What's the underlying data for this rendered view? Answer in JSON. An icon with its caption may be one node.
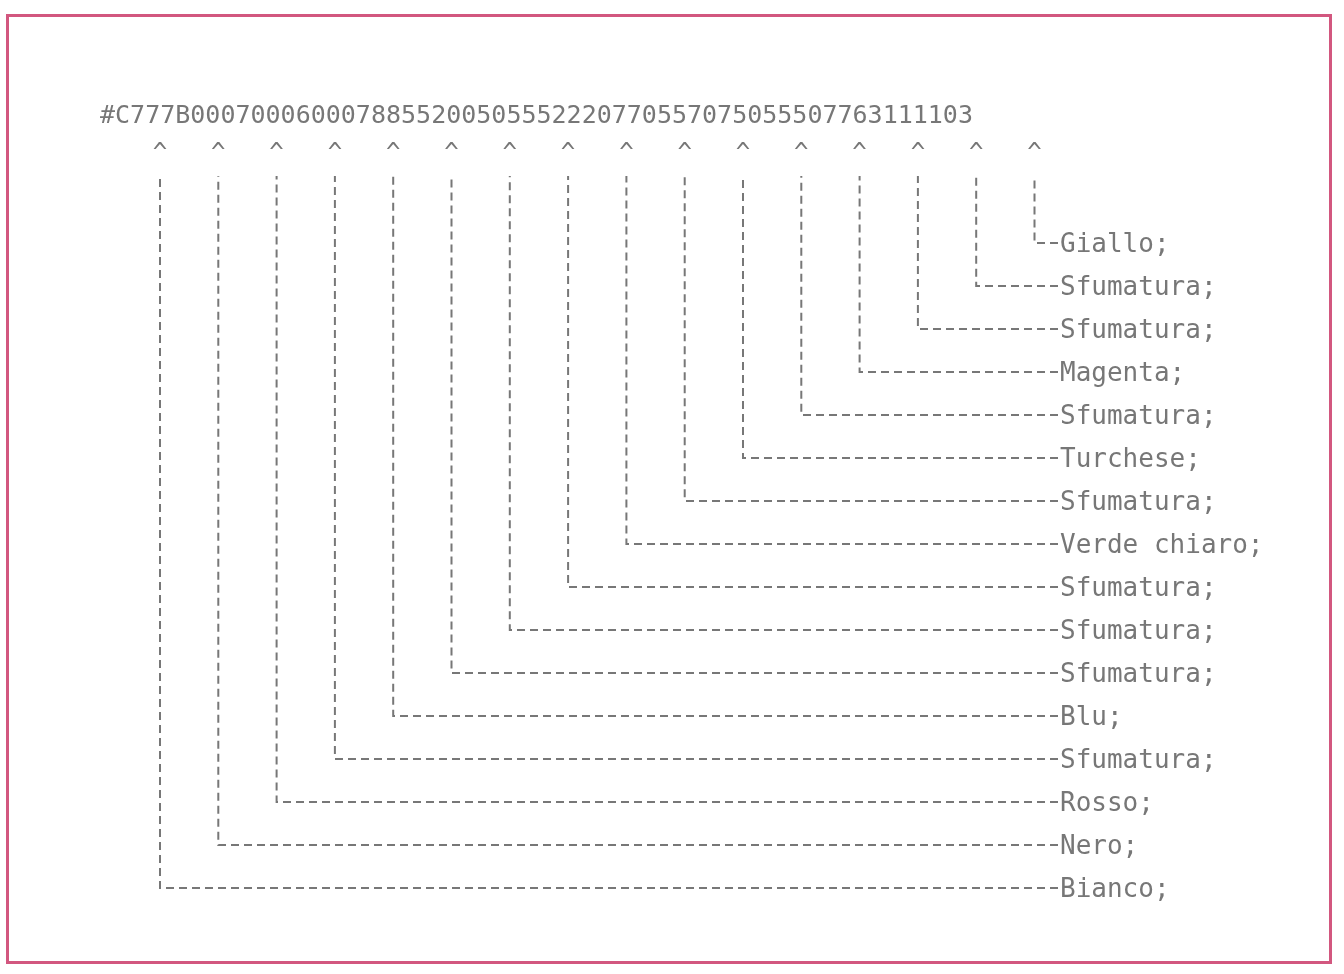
{
  "diagram": {
    "nodes": [
      {
        "text": [
          "^"
        ]
      },
      {
        "text": [
          "^"
        ]
      },
      {
        "text": [
          "^"
        ]
      },
      {
        "text": [
          "^"
        ]
      },
      {
        "text": [
          "^"
        ]
      },
      {
        "text": [
          "^"
        ]
      },
      {
        "text": [
          "^"
        ]
      },
      {
        "text": [
          "^"
        ]
      },
      {
        "text": [
          "^"
        ]
      },
      {
        "text": [
          "^"
        ]
      },
      {
        "text": [
          "^"
        ]
      },
      {
        "text": [
          "^"
        ]
      },
      {
        "text": [
          "^"
        ]
      },
      {
        "text": [
          "^"
        ]
      },
      {
        "text": [
          "^"
        ]
      },
      {
        "text": [
          "^"
        ]
      },
      {
        "text": [
          "Giallo;"
        ]
      },
      {
        "text": [
          "Sfumatura;"
        ]
      },
      {
        "text": [
          "Sfumatura;"
        ]
      },
      {
        "text": [
          "Magenta;"
        ]
      },
      {
        "text": [
          "Sfumatura;"
        ]
      },
      {
        "text": [
          "Turchese;"
        ]
      },
      {
        "text": [
          "Sfumatura;"
        ]
      },
      {
        "text": [
          "Verde chiaro;"
        ]
      },
      {
        "text": [
          "Sfumatura;"
        ]
      },
      {
        "text": [
          "Sfumatura;"
        ]
      },
      {
        "text": [
          "Sfumatura;"
        ]
      },
      {
        "text": [
          "Blu;"
        ]
      },
      {
        "text": [
          "Sfumatura;"
        ]
      },
      {
        "text": [
          "Rosso;"
        ]
      },
      {
        "text": [
          "Nero;"
        ]
      },
      {
        "text": [
          "Bianco;"
        ]
      }
    ],
    "edges": [
      {
        "from": 16,
        "to": 15,
        "arrow": "none",
        "style": "dashed"
      },
      {
        "from": 17,
        "to": 14,
        "arrow": "none",
        "style": "dashed"
      },
      {
        "from": 18,
        "to": 13,
        "arrow": "none",
        "style": "dashed"
      },
      {
        "from": 19,
        "to": 12,
        "arrow": "none",
        "style": "dashed"
      },
      {
        "from": 20,
        "to": 11,
        "arrow": "none",
        "style": "dashed"
      },
      {
        "from": 21,
        "to": 10,
        "arrow": "none",
        "style": "dashed"
      },
      {
        "from": 22,
        "to": 9,
        "arrow": "none",
        "style": "dashed"
      },
      {
        "from": 23,
        "to": 8,
        "arrow": "none",
        "style": "dashed"
      },
      {
        "from": 24,
        "to": 7,
        "arrow": "none",
        "style": "dashed"
      },
      {
        "from": 25,
        "to": 6,
        "arrow": "none",
        "style": "dashed"
      },
      {
        "from": 26,
        "to": 5,
        "arrow": "none",
        "style": "dashed"
      },
      {
        "from": 27,
        "to": 4,
        "arrow": "none",
        "style": "dashed"
      },
      {
        "from": 28,
        "to": 3,
        "arrow": "none",
        "style": "dashed"
      },
      {
        "from": 29,
        "to": 2,
        "arrow": "none",
        "style": "dashed"
      },
      {
        "from": 30,
        "to": 1,
        "arrow": "none",
        "style": "dashed"
      },
      {
        "from": 31,
        "to": 0,
        "arrow": "none",
        "style": "dashed"
      }
    ],
    "labels": [
      "#C777B0007000600078855200505552220770557075055507763111103"
    ]
  }
}
